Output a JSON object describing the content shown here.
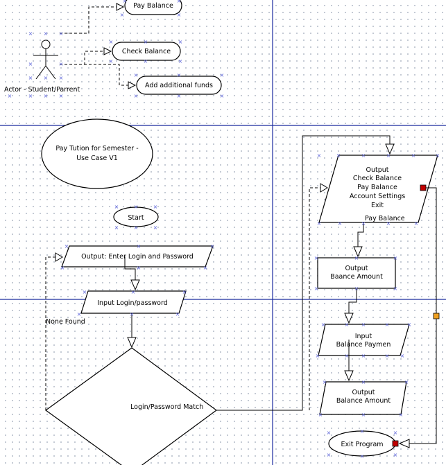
{
  "diagram": {
    "nodes": {
      "pay_balance": "Pay Balance",
      "check_balance": "Check  Balance",
      "add_funds": "Add additional funds",
      "actor": "Actor - Student/Parrent",
      "title_line1": "Pay Tution for Semester -",
      "title_line2": "Use Case V1",
      "start": "Start",
      "output_login": "Output: Enter Login and Password",
      "input_login": "Input Login/password",
      "none_found": "None Found",
      "login_match": "Login/Password Match",
      "menu_line1": "Output",
      "menu_line2": "Check Balance",
      "menu_line3": "Pay Balance",
      "menu_line4": "Account Settings",
      "menu_line5": "Exit",
      "menu_pay_balance": "Pay Balance",
      "out_amount_line1": "Output",
      "out_amount_line2": "Baance Amount",
      "input_pay_line1": "Input",
      "input_pay_line2": "Balance Paymen",
      "out_balance_line1": "Output",
      "out_balance_line2": "Balance Amount",
      "exit": "Exit Program"
    },
    "colors": {
      "page_break": "#1a2a9e",
      "selection_marks": "#5a62d8",
      "connector_point_red": "#c00000",
      "connector_point_orange": "#f0a020"
    }
  }
}
